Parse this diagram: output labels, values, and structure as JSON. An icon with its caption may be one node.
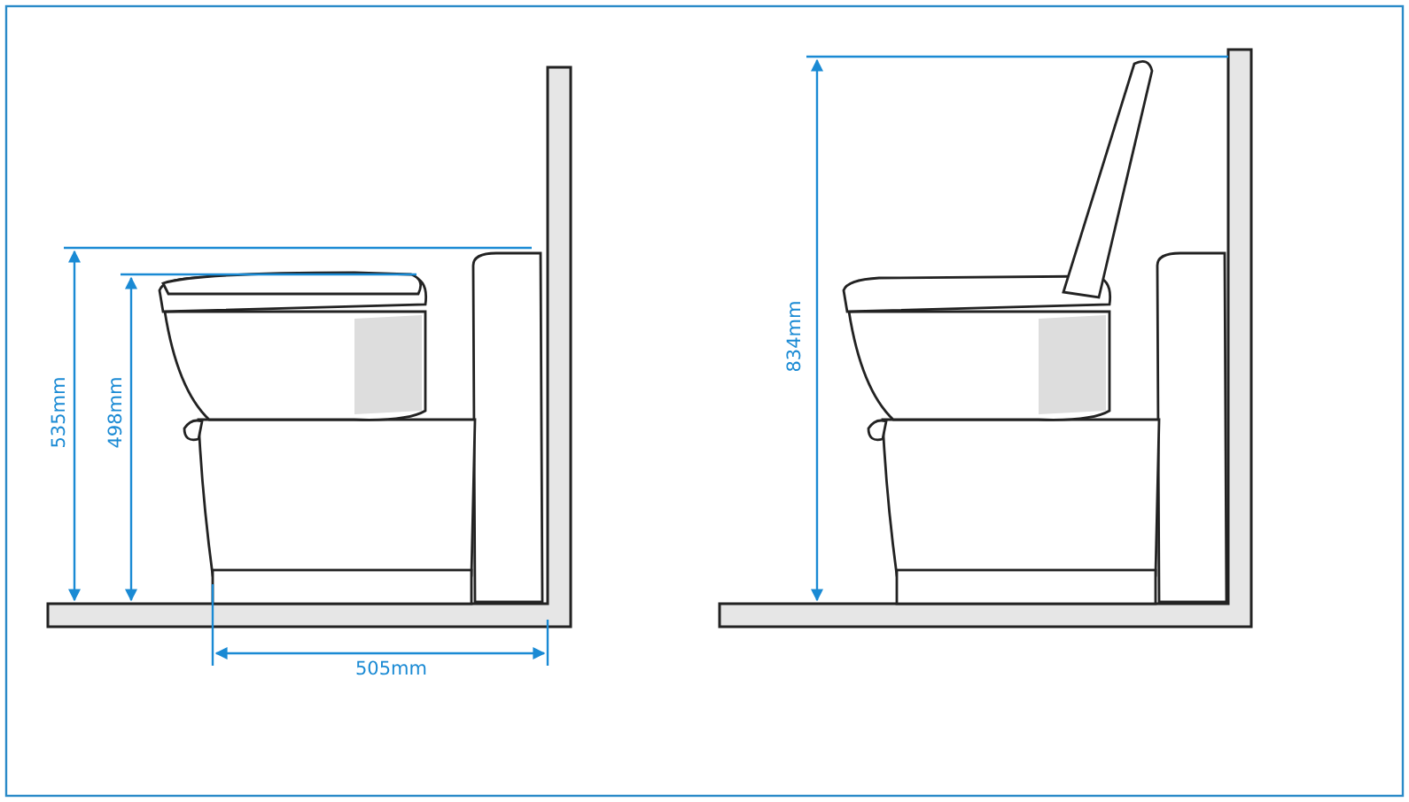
{
  "diagram": {
    "labels": [
      "535mm",
      "498mm",
      "505mm",
      "834mm"
    ]
  }
}
